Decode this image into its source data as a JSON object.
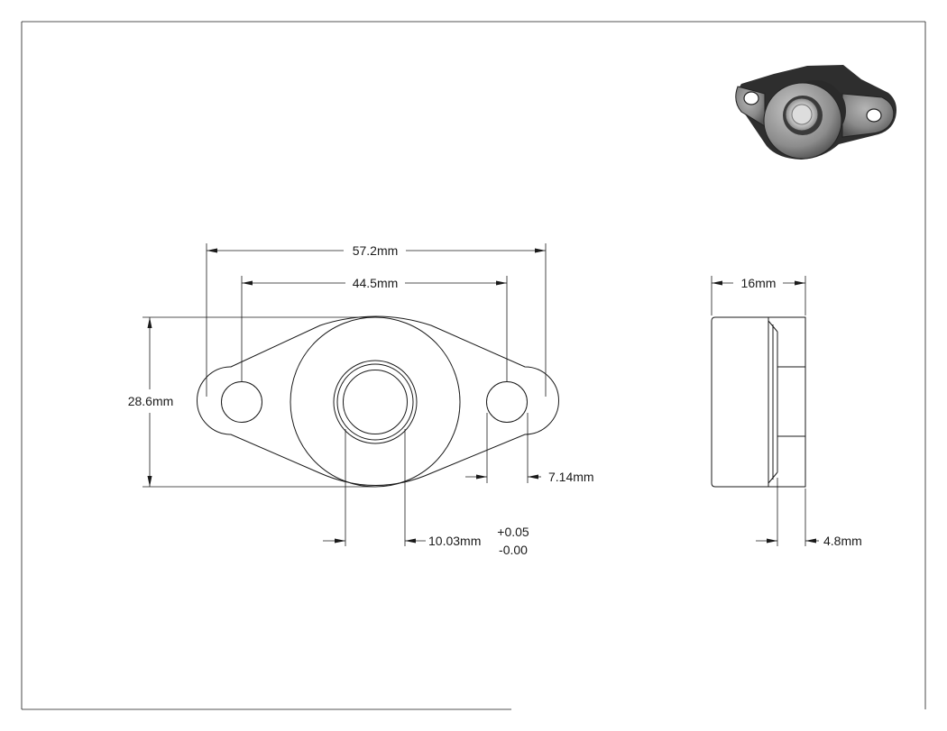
{
  "drawing": {
    "front_view": {
      "overall_width": "57.2mm",
      "hole_spacing": "44.5mm",
      "height": "28.6mm",
      "mount_hole": "7.14mm",
      "bore": "10.03mm",
      "bore_tol_upper": "+0.05",
      "bore_tol_lower": "-0.00"
    },
    "side_view": {
      "thickness": "16mm",
      "flange": "4.8mm"
    },
    "iso_view": {
      "icon": "flange-bearing-3d-render"
    }
  }
}
